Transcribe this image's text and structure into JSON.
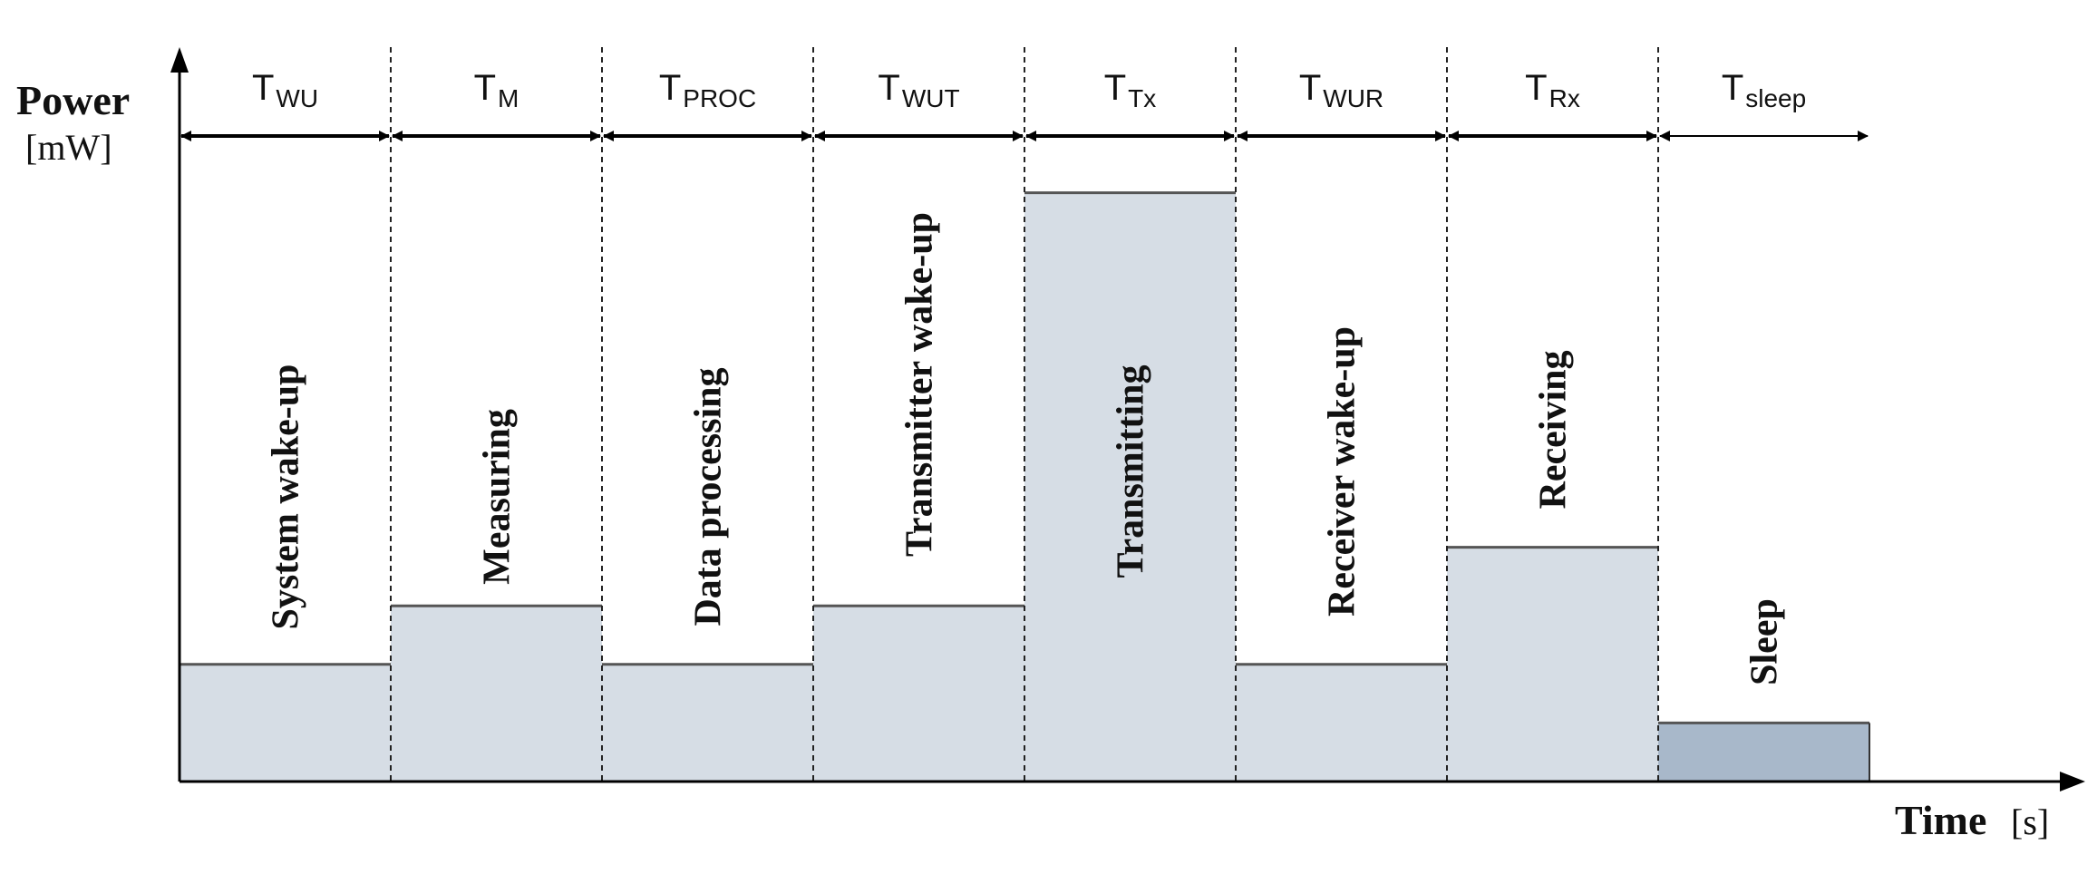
{
  "y_axis": {
    "title": "Power",
    "unit": "[mW]"
  },
  "x_axis": {
    "title": "Time",
    "unit": "[s]"
  },
  "phases": [
    {
      "symbol": "T",
      "subscript": "WU",
      "label": "System wake-up",
      "level": 0.19
    },
    {
      "symbol": "T",
      "subscript": "M",
      "label": "Measuring",
      "level": 0.285
    },
    {
      "symbol": "T",
      "subscript": "PROC",
      "label": "Data processing",
      "level": 0.19
    },
    {
      "symbol": "T",
      "subscript": "WUT",
      "label": "Transmitter wake-up",
      "level": 0.285
    },
    {
      "symbol": "T",
      "subscript": "Tx",
      "label": "Transmitting",
      "level": 0.955
    },
    {
      "symbol": "T",
      "subscript": "WUR",
      "label": "Receiver wake-up",
      "level": 0.19
    },
    {
      "symbol": "T",
      "subscript": "Rx",
      "label": "Receiving",
      "level": 0.38
    },
    {
      "symbol": "T",
      "subscript": "sleep",
      "label": "Sleep",
      "level": 0.095,
      "color": "#a8b8ca"
    }
  ],
  "colors": {
    "block_fill": "#d6dde5",
    "sleep_fill": "#a8b8ca",
    "line": "#000000"
  }
}
